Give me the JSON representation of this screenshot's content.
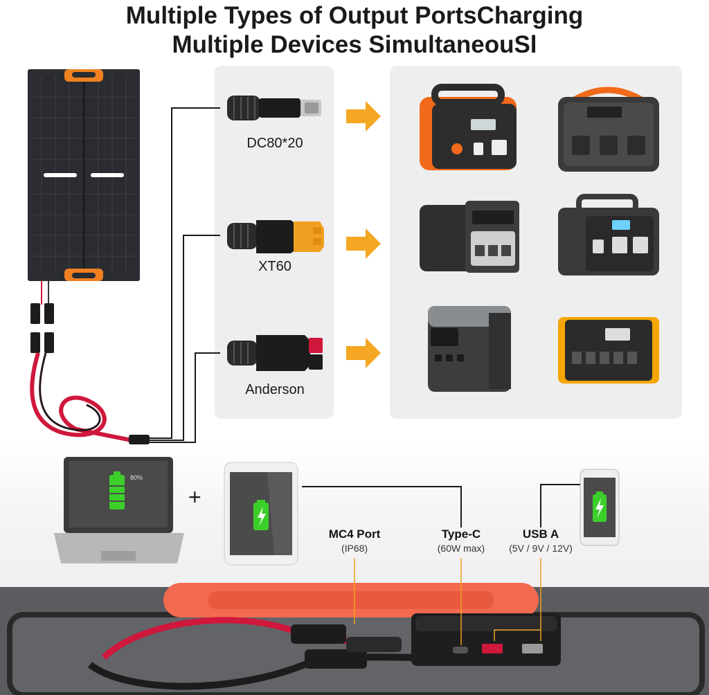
{
  "title": {
    "line1": "Multiple Types of Output PortsCharging",
    "line2": "Multiple Devices SimultaneouSl"
  },
  "connectors": [
    {
      "label": "DC80*20"
    },
    {
      "label": "XT60"
    },
    {
      "label": "Anderson"
    }
  ],
  "laptop": {
    "battery_text": "80%"
  },
  "plus_sign": "+",
  "ports": {
    "mc4": {
      "title": "MC4 Port",
      "sub": "(IP68)"
    },
    "typec": {
      "title": "Type-C",
      "sub": "(60W max)"
    },
    "usba": {
      "title": "USB A",
      "sub": "(5V / 9V / 12V)"
    }
  },
  "colors": {
    "accent_orange": "#f08020",
    "arrow_orange": "#f5a623",
    "cable_red": "#d0173c",
    "battery_green": "#3ccf2a",
    "port_line": "#f0a020"
  }
}
